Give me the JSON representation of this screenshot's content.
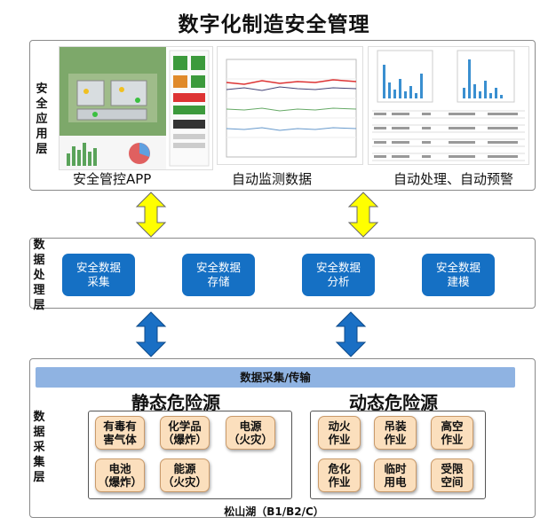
{
  "title": "数字化制造安全管理",
  "application_layer": {
    "label": "安全应用层",
    "captions": [
      "安全管控APP",
      "自动监测数据",
      "自动处理、自动预警"
    ]
  },
  "processing_layer": {
    "label": "数据处理层",
    "modules": [
      "安全数据\n采集",
      "安全数据\n存储",
      "安全数据\n分析",
      "安全数据\n建模"
    ]
  },
  "collection_layer": {
    "label": "数据采集层",
    "banner": "数据采集/传输",
    "static_title": "静态危险源",
    "static_items": [
      "有毒有\n害气体",
      "化学品\n（爆炸）",
      "电源\n（火灾）",
      "电池\n（爆炸）",
      "能源\n（火灾）"
    ],
    "dynamic_title": "动态危险源",
    "dynamic_items": [
      "动火\n作业",
      "吊装\n作业",
      "高空\n作业",
      "危化\n作业",
      "临时\n用电",
      "受限\n空间"
    ],
    "footer": "松山湖（B1/B2/C）"
  },
  "colors": {
    "arrow_yellow": "#ffff00",
    "arrow_blue": "#1a6fc4",
    "module_blue": "#1570c4",
    "banner_blue": "#8fb3e2",
    "hazard_orange": "#fbdfbd"
  }
}
